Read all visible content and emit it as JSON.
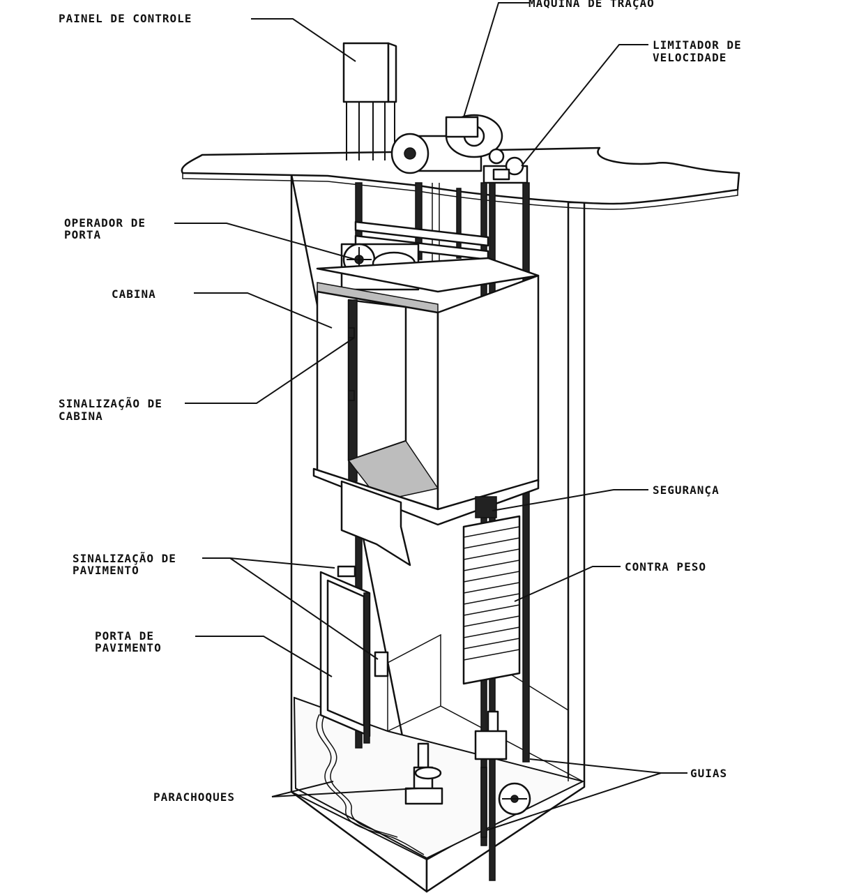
{
  "labels": {
    "painel": "PAINEL DE CONTROLE",
    "maquina": "MÁQUINA DE TRAÇÃO",
    "limitador_1": "LIMITADOR DE",
    "limitador_2": "VELOCIDADE",
    "operador_1": "OPERADOR DE",
    "operador_2": "PORTA",
    "cabina": "CABINA",
    "sin_cabina_1": "SINALIZAÇÃO DE",
    "sin_cabina_2": "CABINA",
    "seguranca": "SEGURANÇA",
    "sin_pav_1": "SINALIZAÇÃO DE",
    "sin_pav_2": "PAVIMENTO",
    "contra_peso": "CONTRA PESO",
    "porta_pav_1": "PORTA DE",
    "porta_pav_2": "PAVIMENTO",
    "guias": "GUIAS",
    "parachoques": "PARACHOQUES"
  }
}
